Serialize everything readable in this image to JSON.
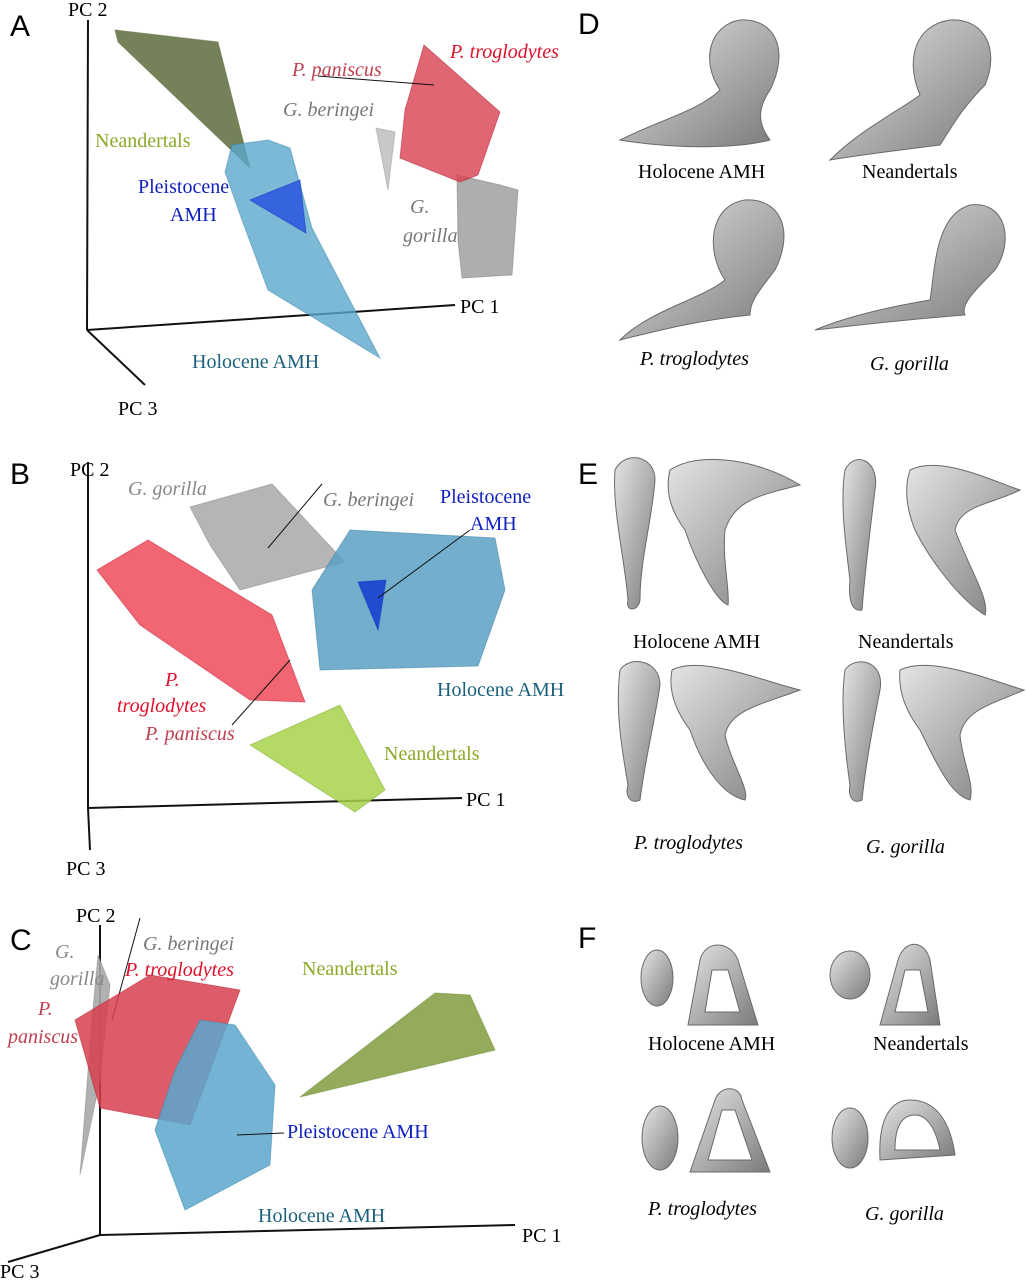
{
  "colors": {
    "neandertals": "#8aaa2a",
    "holocene": "#1b5f7a",
    "pleistocene": "#1020c0",
    "troglodytes": "#e0102a",
    "paniscus": "#c04050",
    "gorilla": "#777777"
  },
  "panels": {
    "A": {
      "letter": "A",
      "pc1": "PC 1",
      "pc2": "PC 2",
      "pc3": "PC 3",
      "neandertals": "Neandertals",
      "pleistocene_1": "Pleistocene",
      "pleistocene_2": "AMH",
      "holocene": "Holocene AMH",
      "troglodytes": "P. troglodytes",
      "paniscus": "P. paniscus",
      "beringei": "G. beringei",
      "gorilla_1": "G.",
      "gorilla_2": "gorilla"
    },
    "B": {
      "letter": "B",
      "pc1": "PC 1",
      "pc2": "PC 2",
      "pc3": "PC 3",
      "gorilla": "G. gorilla",
      "beringei": "G. beringei",
      "pleistocene_1": "Pleistocene",
      "pleistocene_2": "AMH",
      "troglodytes_1": "P.",
      "troglodytes_2": "troglodytes",
      "paniscus": "P. paniscus",
      "holocene": "Holocene AMH",
      "neandertals": "Neandertals"
    },
    "C": {
      "letter": "C",
      "pc1": "PC 1",
      "pc2": "PC 2",
      "pc3": "PC 3",
      "gorilla_1": "G.",
      "gorilla_2": "gorilla",
      "beringei": "G. beringei",
      "troglodytes": "P. troglodytes",
      "paniscus_1": "P.",
      "paniscus_2": "paniscus",
      "neandertals": "Neandertals",
      "pleistocene": "Pleistocene AMH",
      "holocene": "Holocene AMH"
    },
    "D": {
      "letter": "D",
      "captions": [
        "Holocene AMH",
        "Neandertals",
        "P. troglodytes",
        "G. gorilla"
      ]
    },
    "E": {
      "letter": "E",
      "captions": [
        "Holocene AMH",
        "Neandertals",
        "P. troglodytes",
        "G. gorilla"
      ]
    },
    "F": {
      "letter": "F",
      "captions": [
        "Holocene AMH",
        "Neandertals",
        "P. troglodytes",
        "G. gorilla"
      ]
    }
  }
}
